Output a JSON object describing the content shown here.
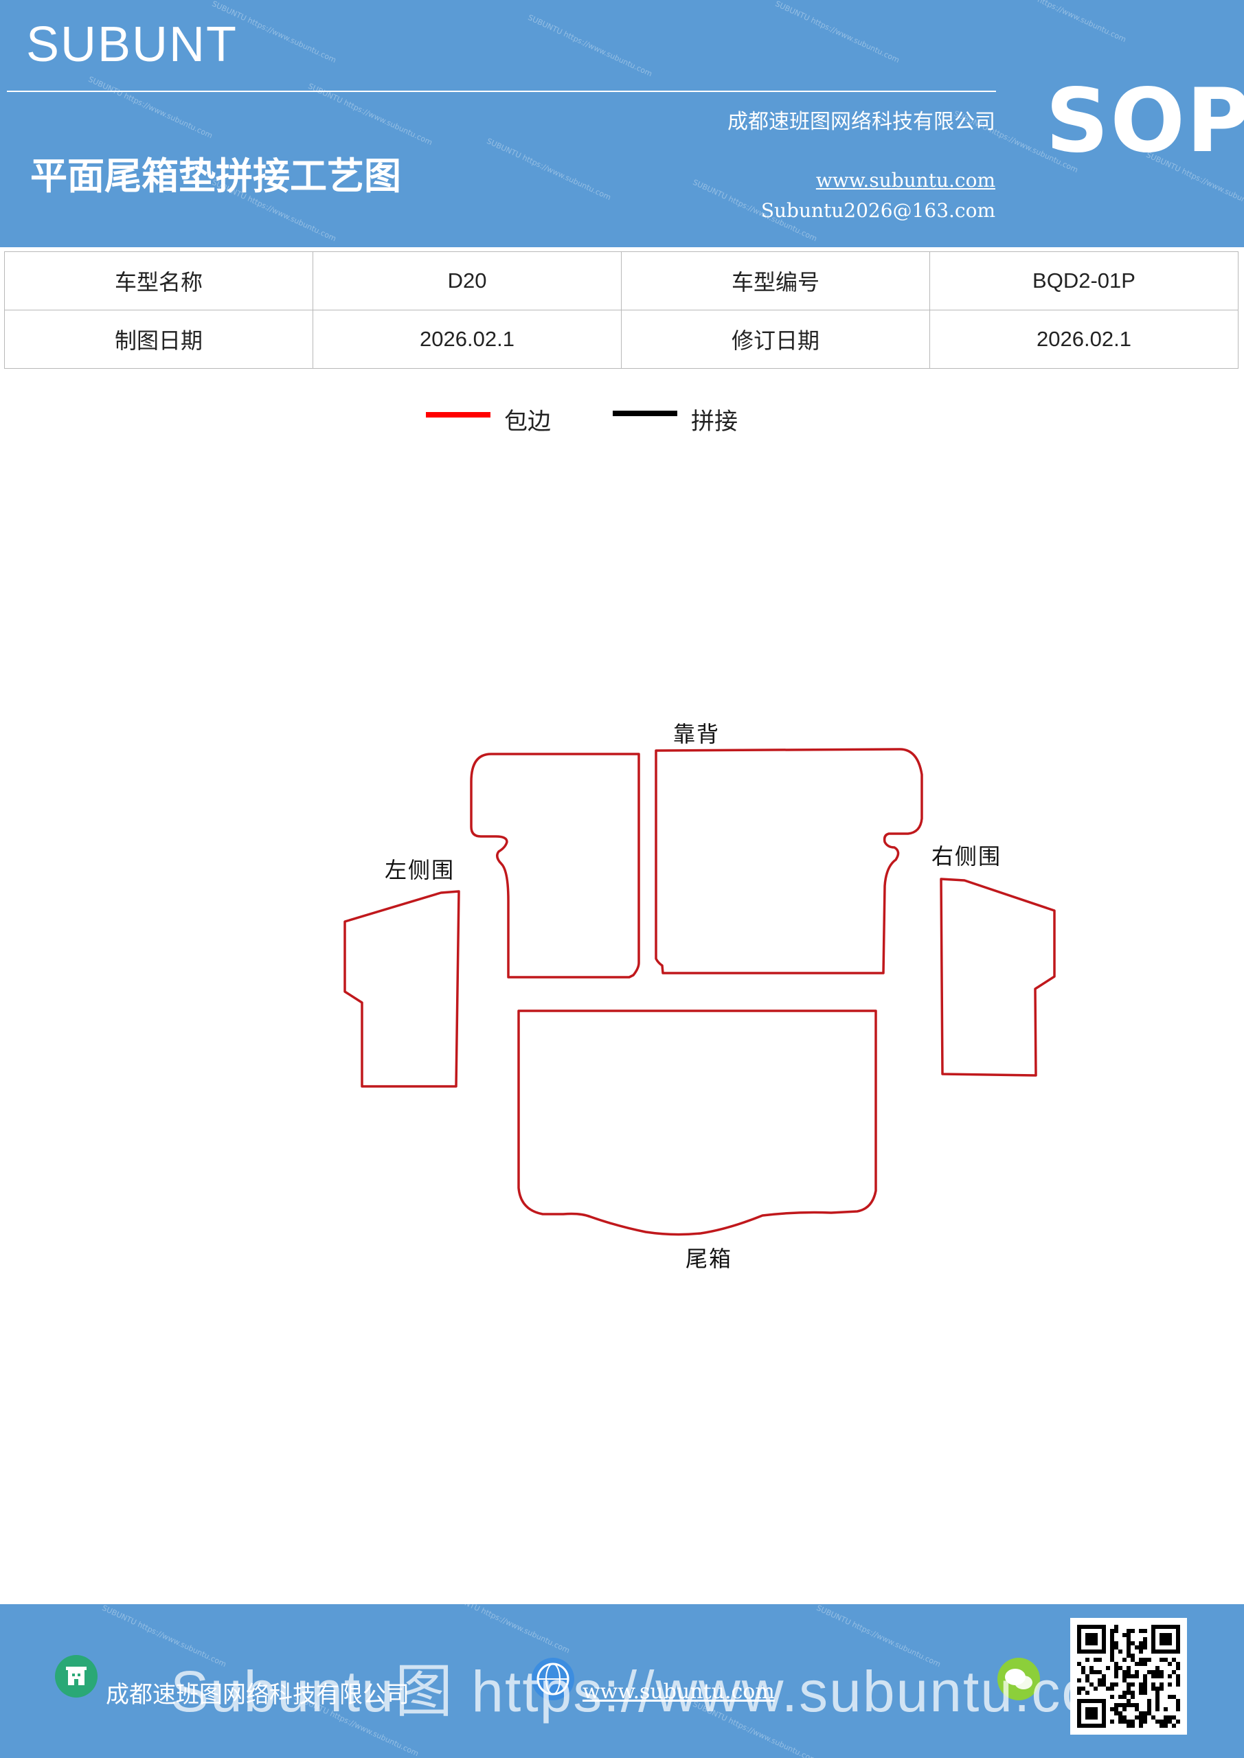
{
  "header": {
    "brand": "SUBUNT",
    "title": "平面尾箱垫拼接工艺图",
    "company": "成都速班图网络科技有限公司",
    "website": "www.subuntu.com",
    "email": "Subuntu2026@163.com",
    "badge": "SOP"
  },
  "info": {
    "model_name_label": "车型名称",
    "model_name": "D20",
    "model_code_label": "车型编号",
    "model_code": "BQD2-01P",
    "draw_date_label": "制图日期",
    "draw_date": "2026.02.1",
    "revision_date_label": "修订日期",
    "revision_date": "2026.02.1"
  },
  "legend": {
    "items": [
      {
        "label": "包边",
        "color": "#ff0000"
      },
      {
        "label": "拼接",
        "color": "#000000"
      }
    ]
  },
  "diagram": {
    "outline_color": "#c0181c",
    "parts": {
      "backrest": "靠背",
      "left_side": "左侧围",
      "right_side": "右侧围",
      "trunk": "尾箱"
    }
  },
  "footer": {
    "overlay_text": "Subuntu图 https://www.subuntu.com",
    "company": "成都速班图网络科技有限公司",
    "website": "www.subuntu.com",
    "colors": {
      "building_icon": "#2aa876",
      "globe_icon": "#3c8de0",
      "wechat_icon": "#8ccf3a"
    }
  }
}
